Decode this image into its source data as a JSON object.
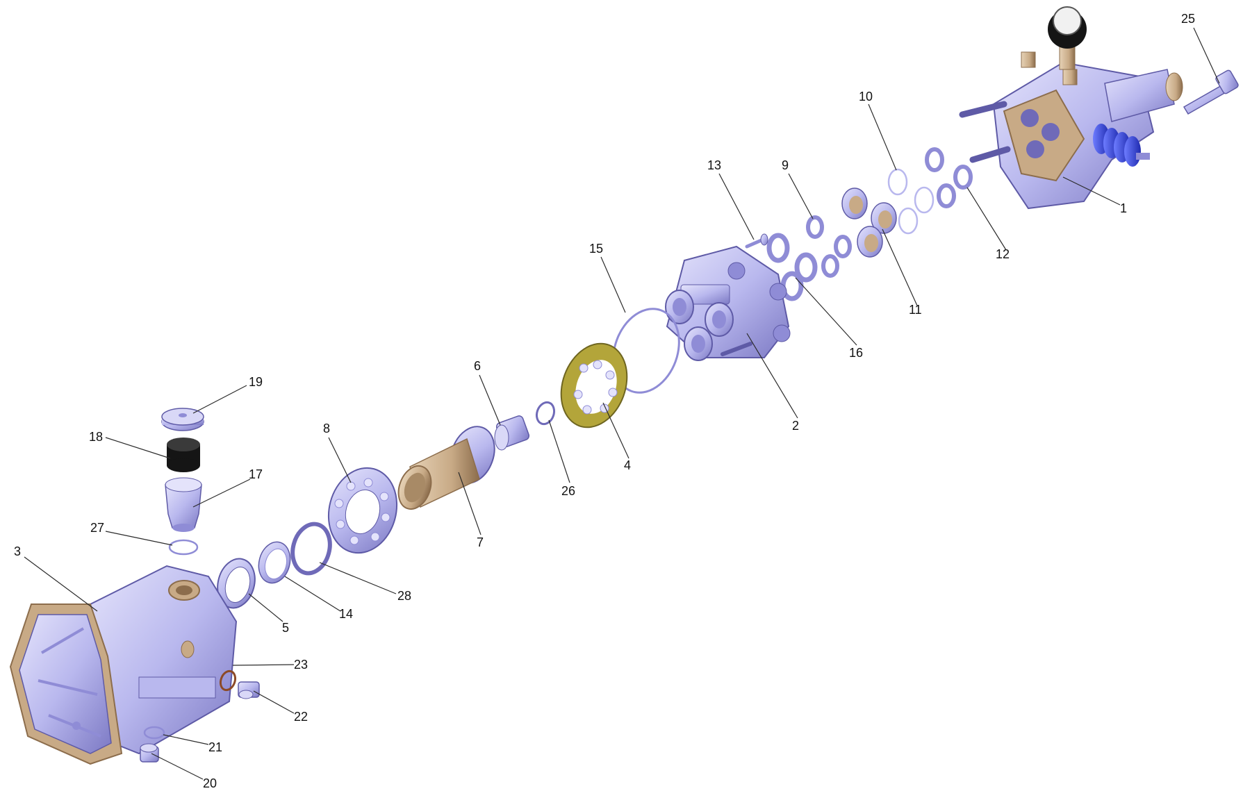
{
  "diagram": {
    "type": "exploded-parts-view",
    "colors": {
      "housing": "#b9b8ee",
      "housing_shade": "#8f8cd6",
      "housing_dark": "#5e5aa6",
      "bronze": "#c8aa86",
      "bronze_dark": "#8c6d4c",
      "olive": "#b3a53a",
      "black": "#151515",
      "blue": "#2f3fd6",
      "leader": "#2b2b2b"
    },
    "callouts": [
      {
        "id": "p1",
        "label": "1",
        "part": "pump-head-manifold"
      },
      {
        "id": "p2",
        "label": "2",
        "part": "piston-carrier-assembly"
      },
      {
        "id": "p3",
        "label": "3",
        "part": "crankcase-housing"
      },
      {
        "id": "p4",
        "label": "4",
        "part": "swash-plate-bearing"
      },
      {
        "id": "p5",
        "label": "5",
        "part": "threaded-ring"
      },
      {
        "id": "p6",
        "label": "6",
        "part": "bushing"
      },
      {
        "id": "p7",
        "label": "7",
        "part": "drive-shaft-sleeve"
      },
      {
        "id": "p8",
        "label": "8",
        "part": "ball-bearing"
      },
      {
        "id": "p9",
        "label": "9",
        "part": "washer"
      },
      {
        "id": "p10",
        "label": "10",
        "part": "o-ring"
      },
      {
        "id": "p11",
        "label": "11",
        "part": "valve-seat"
      },
      {
        "id": "p12",
        "label": "12",
        "part": "washer"
      },
      {
        "id": "p13",
        "label": "13",
        "part": "screw"
      },
      {
        "id": "p14",
        "label": "14",
        "part": "spacer-ring"
      },
      {
        "id": "p15",
        "label": "15",
        "part": "large-o-ring"
      },
      {
        "id": "p16",
        "label": "16",
        "part": "seal-ring"
      },
      {
        "id": "p17",
        "label": "17",
        "part": "oil-reservoir-cup"
      },
      {
        "id": "p18",
        "label": "18",
        "part": "rubber-seal-cap"
      },
      {
        "id": "p19",
        "label": "19",
        "part": "oil-cap"
      },
      {
        "id": "p20",
        "label": "20",
        "part": "drain-plug"
      },
      {
        "id": "p21",
        "label": "21",
        "part": "o-ring"
      },
      {
        "id": "p22",
        "label": "22",
        "part": "plug"
      },
      {
        "id": "p23",
        "label": "23",
        "part": "o-ring"
      },
      {
        "id": "p25",
        "label": "25",
        "part": "bolt"
      },
      {
        "id": "p26",
        "label": "26",
        "part": "retaining-ring"
      },
      {
        "id": "p27",
        "label": "27",
        "part": "o-ring"
      },
      {
        "id": "p28",
        "label": "28",
        "part": "circlip"
      }
    ]
  }
}
